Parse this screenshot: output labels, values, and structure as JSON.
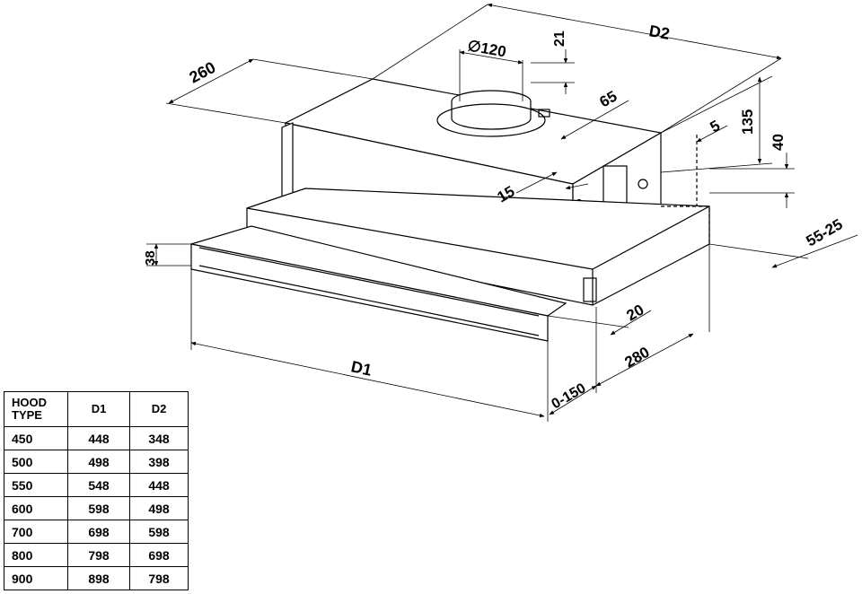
{
  "dimensions": {
    "d2": "D2",
    "d1": "D1",
    "w260": "260",
    "dia120": "∅120",
    "h21": "21",
    "w65": "65",
    "w5": "5",
    "h135": "135",
    "h40": "40",
    "w15": "15",
    "r5525": "55-25",
    "h38": "38",
    "w20": "20",
    "w280": "280",
    "r0150": "0-150"
  },
  "table": {
    "headers": [
      "HOOD TYPE",
      "D1",
      "D2"
    ],
    "rows": [
      [
        "450",
        "448",
        "348"
      ],
      [
        "500",
        "498",
        "398"
      ],
      [
        "550",
        "548",
        "448"
      ],
      [
        "600",
        "598",
        "498"
      ],
      [
        "700",
        "698",
        "598"
      ],
      [
        "800",
        "798",
        "698"
      ],
      [
        "900",
        "898",
        "798"
      ]
    ]
  }
}
